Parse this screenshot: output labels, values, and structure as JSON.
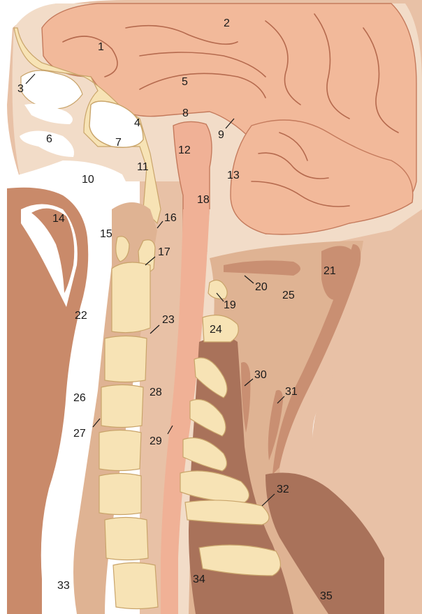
{
  "labels": {
    "l1": "1",
    "l2": "2",
    "l3": "3",
    "l4": "4",
    "l5": "5",
    "l6": "6",
    "l7": "7",
    "l8": "8",
    "l9": "9",
    "l10": "10",
    "l11": "11",
    "l12": "12",
    "l13": "13",
    "l14": "14",
    "l15": "15",
    "l16": "16",
    "l17": "17",
    "l18": "18",
    "l19": "19",
    "l20": "20",
    "l21": "21",
    "l22": "22",
    "l23": "23",
    "l24": "24",
    "l25": "25",
    "l26": "26",
    "l27": "27",
    "l28": "28",
    "l29": "29",
    "l30": "30",
    "l31": "31",
    "l32": "32",
    "l33": "33",
    "l34": "34",
    "l35": "35"
  },
  "colors": {
    "skin": "#e8c1a6",
    "neck_tissue": "#dfb393",
    "meninges": "#f2dcc8",
    "brain": "#f2b99a",
    "spinal_cord": "#f0b196",
    "bone": "#f7e3b5",
    "bone_outline": "#c9a46a",
    "tongue": "#c98a6a",
    "dark_muscle": "#a9725a",
    "muscle_band": "#c98f72",
    "airway": "#ffffff"
  }
}
